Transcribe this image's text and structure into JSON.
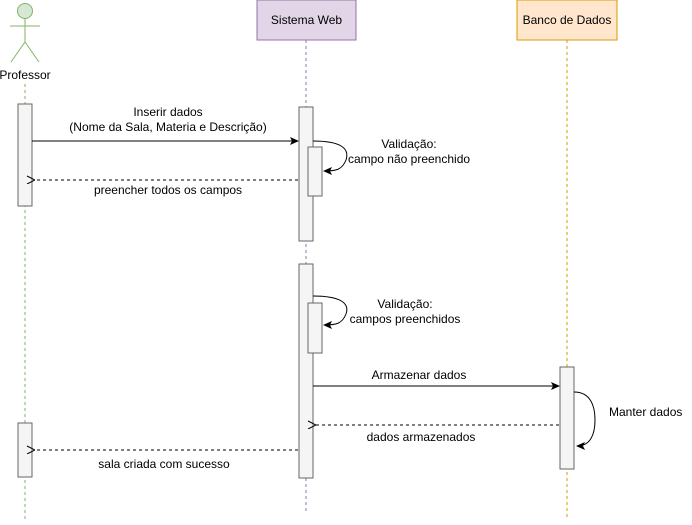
{
  "participants": {
    "professor": {
      "label": "Professor",
      "color": "#82b366",
      "fill": "#d5e8d4"
    },
    "sistema": {
      "label": "Sistema Web",
      "color": "#9673a6",
      "fill": "#e1d5e7"
    },
    "banco": {
      "label": "Banco de Dados",
      "color": "#d79b00",
      "fill": "#ffe6cc"
    }
  },
  "messages": {
    "inserir_line1": "Inserir dados",
    "inserir_line2": "(Nome da Sala, Materia e Descrição)",
    "validacao1_line1": "Validação:",
    "validacao1_line2": "campo não preenchido",
    "preencher": "preencher todos os campos",
    "validacao2_line1": "Validação:",
    "validacao2_line2": "campos preenchidos",
    "armazenar": "Armazenar dados",
    "manter": "Manter dados",
    "armazenados": "dados armazenados",
    "sala_criada": "sala criada com sucesso"
  }
}
